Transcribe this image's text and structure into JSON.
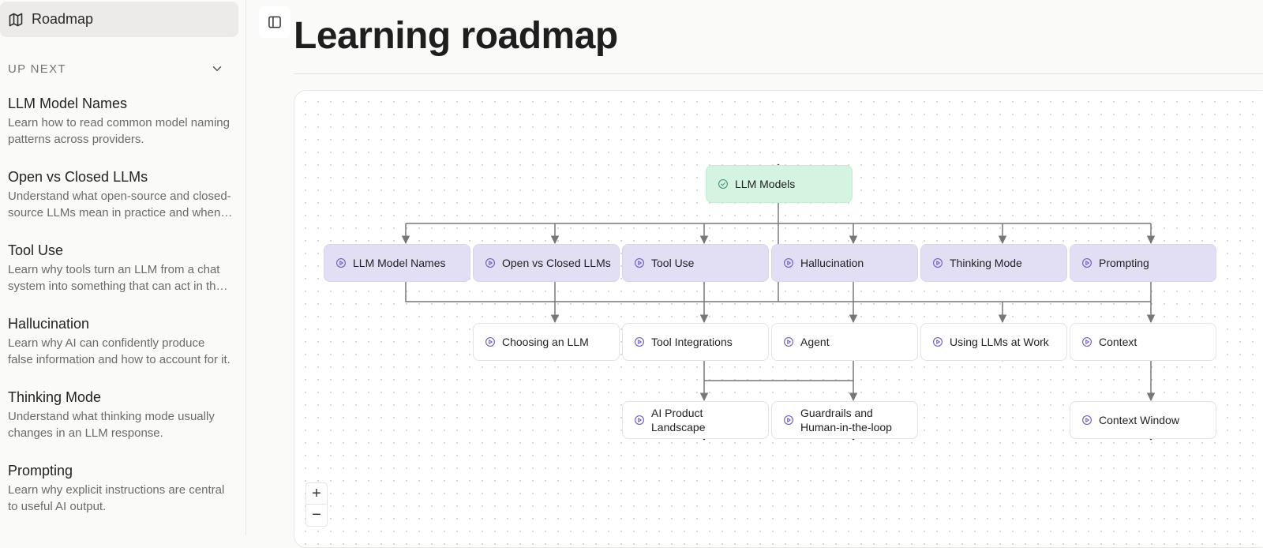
{
  "sidebar": {
    "roadmap": {
      "label": "Roadmap",
      "icon": "map-icon"
    },
    "up_next": {
      "title": "UP NEXT",
      "items": [
        {
          "title": "LLM Model Names",
          "desc": "Learn how to read common model naming patterns across providers."
        },
        {
          "title": "Open vs Closed LLMs",
          "desc": "Understand what open-source and closed-source LLMs mean in practice and when each makes sense."
        },
        {
          "title": "Tool Use",
          "desc": "Learn why tools turn an LLM from a chat system into something that can act in the world."
        },
        {
          "title": "Hallucination",
          "desc": "Learn why AI can confidently produce false information and how to account for it."
        },
        {
          "title": "Thinking Mode",
          "desc": "Understand what thinking mode usually changes in an LLM response."
        },
        {
          "title": "Prompting",
          "desc": "Learn why explicit instructions are central to useful AI output."
        }
      ]
    }
  },
  "main": {
    "title": "Learning roadmap",
    "panel_toggle_icon": "sidebar-toggle-icon"
  },
  "graph": {
    "root": {
      "label": "LLM Models",
      "icon": "check-circle-icon",
      "status": "completed"
    },
    "level1": [
      {
        "label": "LLM Model Names",
        "icon": "play-circle-icon"
      },
      {
        "label": "Open vs Closed LLMs",
        "icon": "play-circle-icon"
      },
      {
        "label": "Tool Use",
        "icon": "play-circle-icon"
      },
      {
        "label": "Hallucination",
        "icon": "play-circle-icon"
      },
      {
        "label": "Thinking Mode",
        "icon": "play-circle-icon"
      },
      {
        "label": "Prompting",
        "icon": "play-circle-icon"
      }
    ],
    "level2": [
      {
        "label": "Choosing an LLM",
        "icon": "play-circle-icon"
      },
      {
        "label": "Tool Integrations",
        "icon": "play-circle-icon"
      },
      {
        "label": "Agent",
        "icon": "play-circle-icon"
      },
      {
        "label": "Using LLMs at Work",
        "icon": "play-circle-icon"
      },
      {
        "label": "Context",
        "icon": "play-circle-icon"
      }
    ],
    "level3": [
      {
        "label": "AI Product Landscape",
        "icon": "play-circle-icon"
      },
      {
        "label": "Guardrails and Human-in-the-loop",
        "icon": "play-circle-icon"
      },
      {
        "label": "Context Window",
        "icon": "play-circle-icon"
      }
    ]
  },
  "zoom": {
    "in_label": "+",
    "out_label": "−"
  },
  "colors": {
    "root_fill": "#d4f3e0",
    "primary_fill": "#e2def4",
    "icon_purple": "#6f62c9",
    "icon_green": "#4a9a78",
    "edge": "#777777"
  }
}
